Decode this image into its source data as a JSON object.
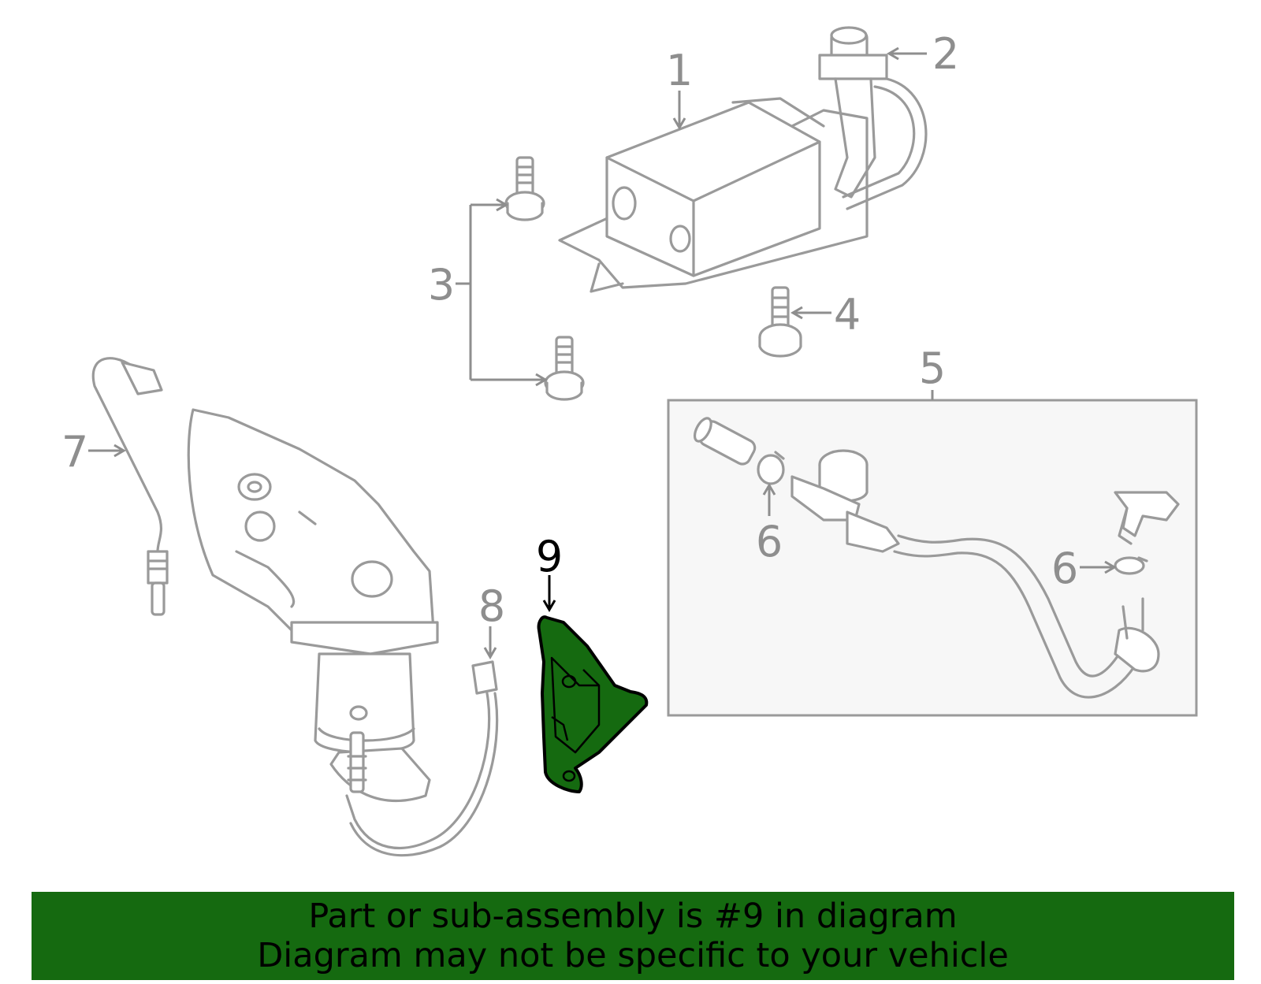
{
  "callouts": {
    "c1": "1",
    "c2": "2",
    "c3": "3",
    "c4": "4",
    "c5": "5",
    "c6a": "6",
    "c6b": "6",
    "c7": "7",
    "c8": "8",
    "c9": "9"
  },
  "highlighted_part": "9",
  "banner": {
    "line1": "Part or sub-assembly is #9 in diagram",
    "line2": "Diagram may not be specific to your vehicle"
  },
  "colors": {
    "highlight": "#156a10",
    "line_art": "#9a9a9a",
    "banner": "#156a10"
  }
}
